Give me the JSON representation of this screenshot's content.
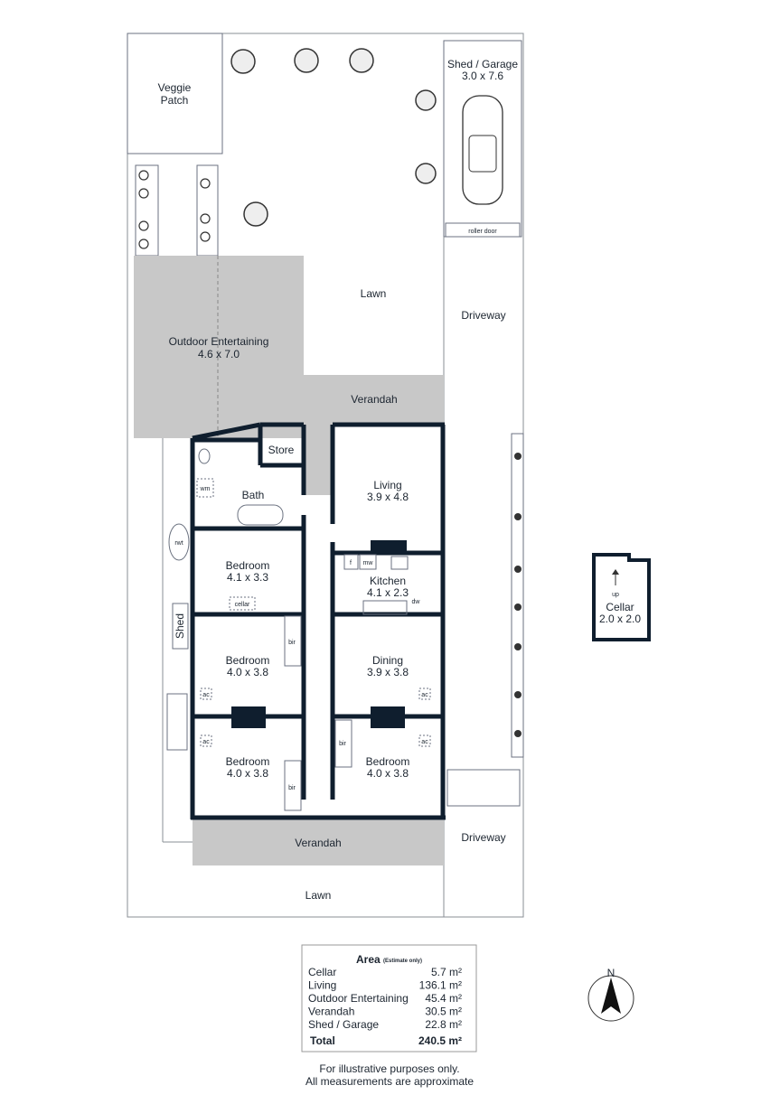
{
  "plan": {
    "veggie_patch": [
      "Veggie",
      "Patch"
    ],
    "shed_garage": {
      "name": "Shed / Garage",
      "dims": "3.0 x 7.6",
      "door": "roller door"
    },
    "lawn_top": "Lawn",
    "lawn_bottom": "Lawn",
    "driveway_top": "Driveway",
    "driveway_bottom": "Driveway",
    "outdoor": {
      "name": "Outdoor Entertaining",
      "dims": "4.6 x 7.0"
    },
    "verandah_top": "Verandah",
    "verandah_bottom": "Verandah",
    "store": "Store",
    "bath": "Bath",
    "wm": "wm",
    "rwt": "rwt",
    "shed": "Shed",
    "living": {
      "name": "Living",
      "dims": "3.9 x 4.8"
    },
    "kitchen": {
      "name": "Kitchen",
      "dims": "4.1 x 2.3",
      "f": "f",
      "mw": "mw",
      "dw": "dw"
    },
    "dining": {
      "name": "Dining",
      "dims": "3.9 x 3.8",
      "ac": "ac"
    },
    "bedroom1": {
      "name": "Bedroom",
      "dims": "4.1 x 3.3",
      "cellar": "cellar"
    },
    "bedroom2": {
      "name": "Bedroom",
      "dims": "4.0 x 3.8",
      "bir": "bir",
      "ac": "ac"
    },
    "bedroom3": {
      "name": "Bedroom",
      "dims": "4.0 x 3.8",
      "bir": "bir",
      "ac": "ac"
    },
    "bedroom4": {
      "name": "Bedroom",
      "dims": "4.0 x 3.8",
      "bir": "bir",
      "ac": "ac"
    },
    "cellar": {
      "name": "Cellar",
      "dims": "2.0 x 2.0",
      "up": "up"
    },
    "compass": "N"
  },
  "area": {
    "title": "Area",
    "subtitle": "(Estimate only)",
    "rows": [
      {
        "label": "Cellar",
        "value": "5.7 m²"
      },
      {
        "label": "Living",
        "value": "136.1 m²"
      },
      {
        "label": "Outdoor Entertaining",
        "value": "45.4 m²"
      },
      {
        "label": "Verandah",
        "value": "30.5 m²"
      },
      {
        "label": "Shed / Garage",
        "value": "22.8 m²"
      }
    ],
    "total_label": "Total",
    "total_value": "240.5 m²"
  },
  "disclaimer": [
    "For illustrative purposes only.",
    "All measurements are approximate"
  ],
  "colors": {
    "wall": "#0f1e2e",
    "covered": "#c8c8c8"
  }
}
